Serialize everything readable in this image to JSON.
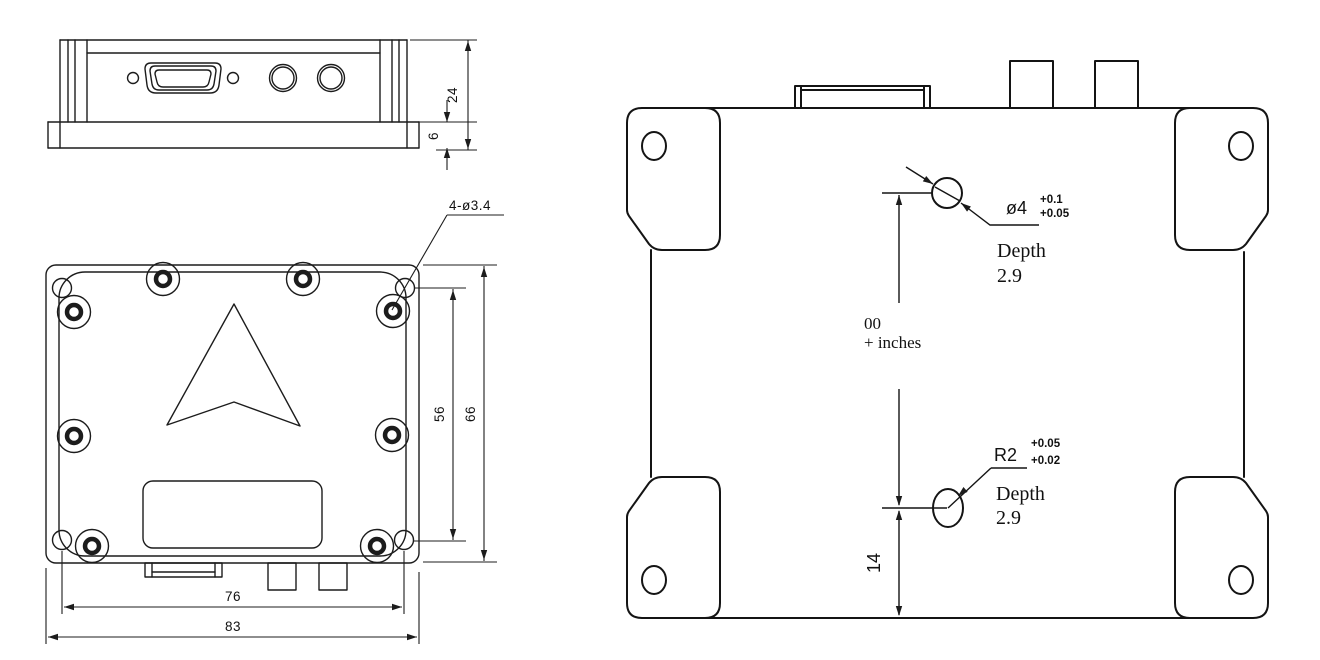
{
  "drawing": {
    "colors": {
      "line": "#1c1c1c",
      "background": "#ffffff"
    },
    "front_view": {
      "dim_total_height": "24",
      "dim_flange_height": "6"
    },
    "top_view": {
      "callout_holes": "4-ø3.4",
      "dim_hole_pitch_v": "56",
      "dim_body_height": "66",
      "dim_hole_pitch_h": "76",
      "dim_body_width": "83"
    },
    "bottom_view": {
      "hole_top": {
        "diameter": "ø4",
        "tol_upper": "+0.1",
        "tol_lower": "+0.05",
        "depth_label": "Depth",
        "depth_value": "2.9"
      },
      "hole_bottom": {
        "radius": "R2",
        "tol_upper": "+0.05",
        "tol_lower": "+0.02",
        "depth_label": "Depth",
        "depth_value": "2.9"
      },
      "origin_line1": "00",
      "origin_line2": "+ inches",
      "dim_hole_to_edge": "14"
    }
  }
}
